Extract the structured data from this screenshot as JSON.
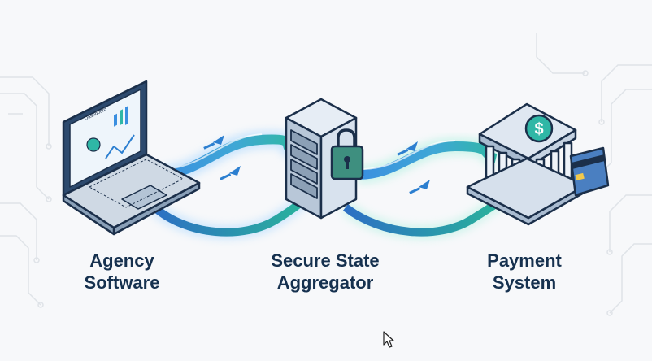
{
  "nodes": [
    {
      "id": "agency",
      "lines": [
        "Agency",
        "Software"
      ],
      "icon": "laptop-icon"
    },
    {
      "id": "aggregator",
      "lines": [
        "Secure State",
        "Aggregator"
      ],
      "icon": "server-lock-icon"
    },
    {
      "id": "payment",
      "lines": [
        "Payment",
        "System"
      ],
      "icon": "bank-icon"
    }
  ],
  "laptop_screen_title": "Dashboard",
  "bank_symbol": "$",
  "colors": {
    "background": "#f7f8fa",
    "label": "#16314f",
    "outline": "#1b2f4a",
    "flow_blue": "#3a8fe0",
    "flow_teal": "#2fb7a6",
    "lock_green": "#3e8f7f"
  }
}
